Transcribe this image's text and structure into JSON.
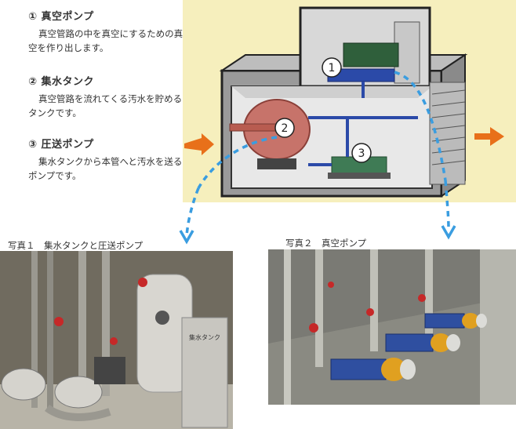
{
  "legend": {
    "items": [
      {
        "title": "① 真空ポンプ",
        "desc": "真空管路の中を真空にするための真空を作り出します。"
      },
      {
        "title": "② 集水タンク",
        "desc": "真空管路を流れてくる汚水を貯めるタンクです。"
      },
      {
        "title": "③ 圧送ポンプ",
        "desc": "集水タンクから本管へと汚水を送るポンプです。"
      }
    ]
  },
  "diagram": {
    "markers": [
      "1",
      "2",
      "3"
    ]
  },
  "photos": [
    {
      "caption": "写真１　集水タンクと圧送ポンプ",
      "tank_label": "集水タンク"
    },
    {
      "caption": "写真２　真空ポンプ"
    }
  ],
  "colors": {
    "flow_arrow": "#3a9de0",
    "inflow_arrow": "#e8701a",
    "diagram_bg": "#f6efbd"
  }
}
